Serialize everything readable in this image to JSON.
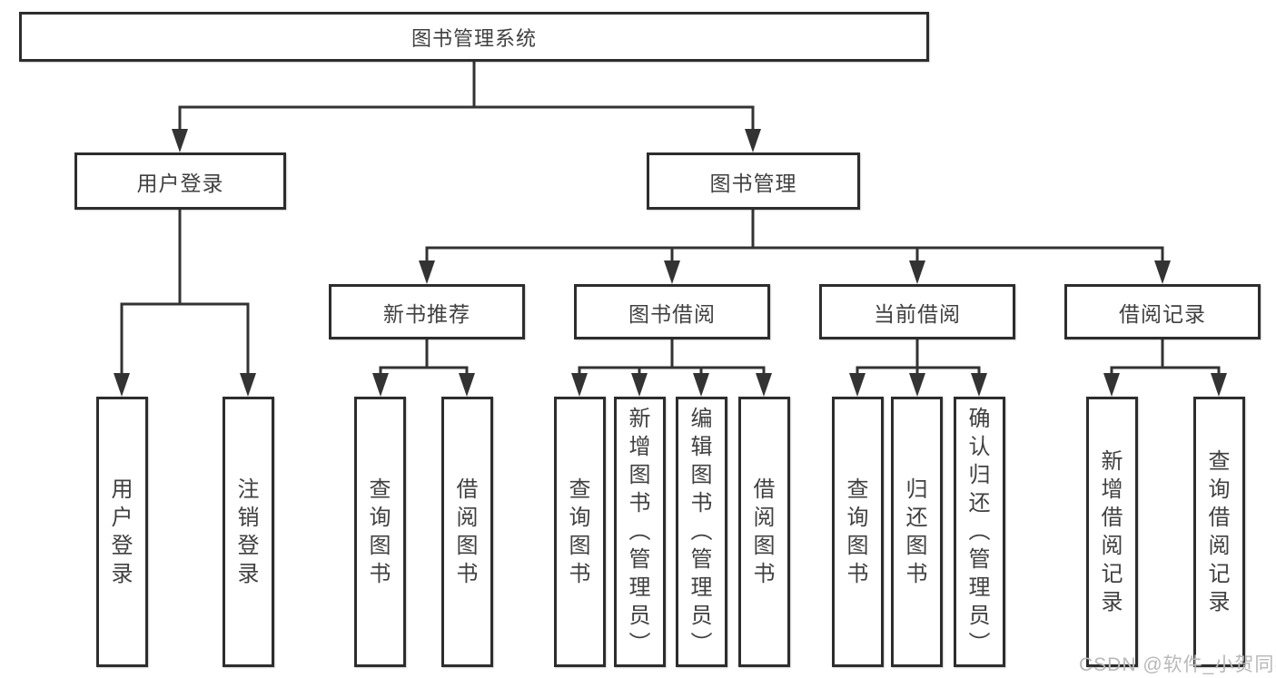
{
  "tree": {
    "root": {
      "label": "图书管理系统"
    },
    "branches": [
      {
        "label": "用户登录",
        "children": [
          {
            "label": "用户登录"
          },
          {
            "label": "注销登录"
          }
        ]
      },
      {
        "label": "图书管理",
        "children": [
          {
            "label": "新书推荐",
            "children": [
              {
                "label": "查询图书"
              },
              {
                "label": "借阅图书"
              }
            ]
          },
          {
            "label": "图书借阅",
            "children": [
              {
                "label": "查询图书"
              },
              {
                "label": "新增图书（管理员）"
              },
              {
                "label": "编辑图书（管理员）"
              },
              {
                "label": "借阅图书"
              }
            ]
          },
          {
            "label": "当前借阅",
            "children": [
              {
                "label": "查询图书"
              },
              {
                "label": "归还图书"
              },
              {
                "label": "确认归还（管理员）"
              }
            ]
          },
          {
            "label": "借阅记录",
            "children": [
              {
                "label": "新增借阅记录"
              },
              {
                "label": "查询借阅记录"
              }
            ]
          }
        ]
      }
    ]
  },
  "watermark": {
    "text": "CSDN @软件_小贺同学"
  },
  "colors": {
    "line": "#333333",
    "box_border": "#2d2d2d",
    "text": "#404040",
    "watermark": "#b9b9b9",
    "background": "#ffffff"
  }
}
